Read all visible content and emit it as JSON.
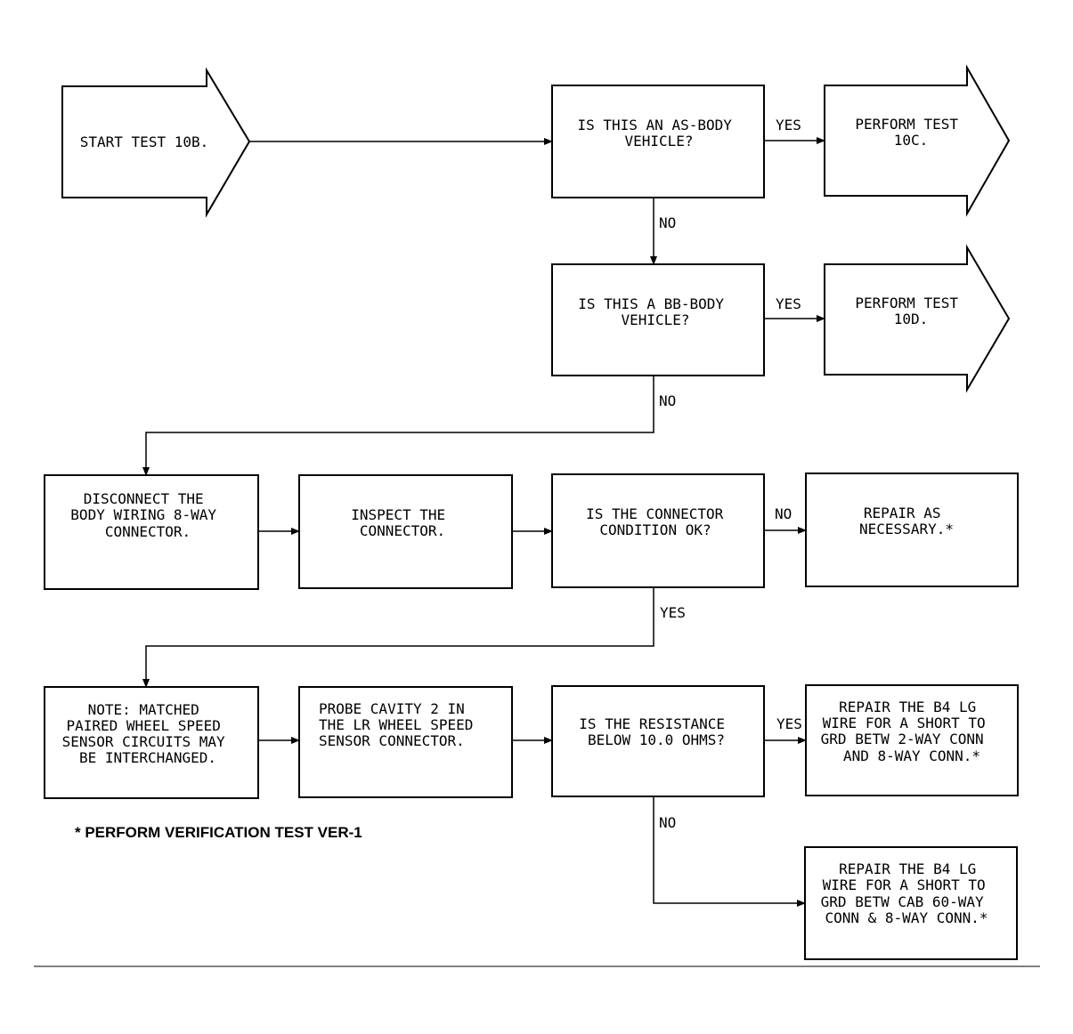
{
  "nodes": {
    "start": [
      "START TEST 10B."
    ],
    "q_as_body": [
      "IS THIS AN AS-BODY",
      "VEHICLE?"
    ],
    "perform_10c": [
      "PERFORM TEST",
      "10C."
    ],
    "q_bb_body": [
      "IS THIS A BB-BODY",
      "VEHICLE?"
    ],
    "perform_10d": [
      "PERFORM TEST",
      "10D."
    ],
    "disconnect": [
      "DISCONNECT THE",
      "BODY WIRING 8-WAY",
      "CONNECTOR."
    ],
    "inspect": [
      "INSPECT THE",
      "CONNECTOR."
    ],
    "q_connector": [
      "IS THE CONNECTOR",
      "CONDITION OK?"
    ],
    "repair_necessary": [
      "REPAIR AS",
      "NECESSARY.*"
    ],
    "note": [
      "NOTE:  MATCHED",
      "PAIRED WHEEL SPEED",
      "SENSOR CIRCUITS MAY",
      "BE INTERCHANGED."
    ],
    "probe": [
      "PROBE CAVITY 2 IN",
      "THE LR WHEEL SPEED",
      "SENSOR CONNECTOR."
    ],
    "q_resistance": [
      "IS THE RESISTANCE",
      "BELOW 10.0 OHMS?"
    ],
    "repair_2way": [
      "REPAIR THE B4 LG",
      "WIRE FOR A SHORT TO",
      "GRD BETW 2-WAY CONN",
      "AND 8-WAY CONN.*"
    ],
    "repair_60way": [
      "REPAIR THE B4 LG",
      "WIRE FOR A SHORT TO",
      "GRD BETW CAB 60-WAY",
      "CONN & 8-WAY CONN.*"
    ]
  },
  "edge_labels": {
    "yes_10c": "YES",
    "no_as": "NO",
    "yes_10d": "YES",
    "no_bb": "NO",
    "no_connector": "NO",
    "yes_connector": "YES",
    "yes_resistance": "YES",
    "no_resistance": "NO"
  },
  "footnote": "* PERFORM VERIFICATION TEST VER-1"
}
